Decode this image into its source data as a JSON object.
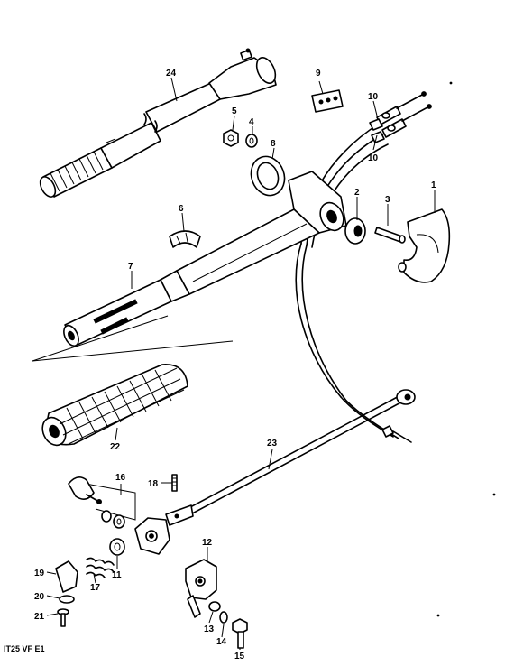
{
  "parts": [
    {
      "id": "p1",
      "label": "1"
    },
    {
      "id": "p2",
      "label": "2"
    },
    {
      "id": "p3",
      "label": "3"
    },
    {
      "id": "p4",
      "label": "4"
    },
    {
      "id": "p5",
      "label": "5"
    },
    {
      "id": "p6",
      "label": "6"
    },
    {
      "id": "p7",
      "label": "7"
    },
    {
      "id": "p8",
      "label": "8"
    },
    {
      "id": "p9",
      "label": "9"
    },
    {
      "id": "p10a",
      "label": "10"
    },
    {
      "id": "p10b",
      "label": "10"
    },
    {
      "id": "p11",
      "label": "11"
    },
    {
      "id": "p12",
      "label": "12"
    },
    {
      "id": "p13",
      "label": "13"
    },
    {
      "id": "p14",
      "label": "14"
    },
    {
      "id": "p15",
      "label": "15"
    },
    {
      "id": "p16",
      "label": "16"
    },
    {
      "id": "p17",
      "label": "17"
    },
    {
      "id": "p18",
      "label": "18"
    },
    {
      "id": "p19",
      "label": "19"
    },
    {
      "id": "p20",
      "label": "20"
    },
    {
      "id": "p21",
      "label": "21"
    },
    {
      "id": "p22",
      "label": "22"
    },
    {
      "id": "p23",
      "label": "23"
    },
    {
      "id": "p24",
      "label": "24"
    }
  ],
  "footer": {
    "code": "IT25 VF E1"
  }
}
